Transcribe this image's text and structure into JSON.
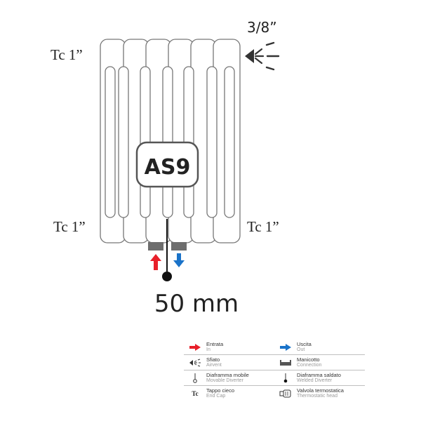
{
  "diagram": {
    "model": "AS9",
    "vent_size": "3/8”",
    "cap_top_left": "Tc 1”",
    "cap_bottom_left": "Tc 1”",
    "cap_bottom_right": "Tc 1”",
    "center_distance": "50 mm",
    "colors": {
      "inlet": "#e8202a",
      "outlet": "#1a73c9",
      "outline": "#777777",
      "fitting": "#6e6e6e"
    }
  },
  "legend": {
    "rows": [
      [
        {
          "icon": "red-arrow-icon",
          "it": "Entrata",
          "en": "In"
        },
        {
          "icon": "blue-arrow-icon",
          "it": "Uscita",
          "en": "Out"
        }
      ],
      [
        {
          "icon": "airvent-icon",
          "it": "Sfiato",
          "en": "Airvent"
        },
        {
          "icon": "connection-icon",
          "it": "Manicotto",
          "en": "Connection"
        }
      ],
      [
        {
          "icon": "movable-diverter-icon",
          "it": "Diaframma mobile",
          "en": "Movable Diverter"
        },
        {
          "icon": "welded-diverter-icon",
          "it": "Diaframma saldato",
          "en": "Welded Diverter"
        }
      ],
      [
        {
          "icon": "end-cap-icon",
          "it": "Tappo cieco",
          "en": "End Cap",
          "glyph": "Tc"
        },
        {
          "icon": "thermostatic-head-icon",
          "it": "Valvola termostatica",
          "en": "Thermostatic head"
        }
      ]
    ]
  }
}
